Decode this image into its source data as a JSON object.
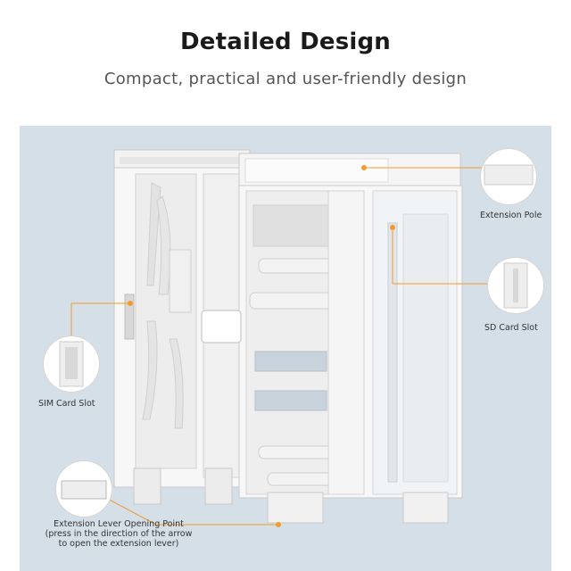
{
  "header": {
    "title": "Detailed Design",
    "subtitle": "Compact, practical and user-friendly design"
  },
  "callouts": {
    "extension_pole": "Extension Pole",
    "sd_card_slot": "SD Card Slot",
    "sim_card_slot": "SIM Card Slot",
    "extension_lever_line1": "Extension Lever Opening Point",
    "extension_lever_line2": "(press in the direction of the arrow",
    "extension_lever_line3": "to open the extension lever)"
  },
  "colors": {
    "background": "#ffffff",
    "panel": "#d4dfe8",
    "leader_line": "#f39a2b",
    "product": "#f7f7f7"
  }
}
